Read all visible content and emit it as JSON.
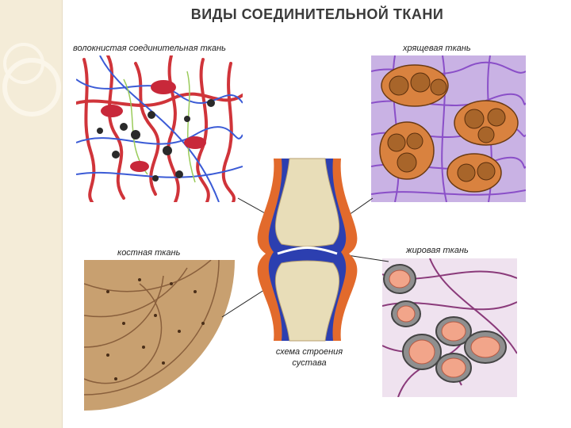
{
  "title": "ВИДЫ СОЕДИНИТЕЛЬНОЙ ТКАНИ",
  "labels": {
    "fibrous": "волокнистая соединительная ткань",
    "cartilage": "хрящевая ткань",
    "bone": "костная ткань",
    "fat": "жировая ткань",
    "joint_line1": "схема строения",
    "joint_line2": "сустава"
  },
  "colors": {
    "sidebar": "#f4ecd8",
    "fiber_red": "#d0343a",
    "fiber_blue": "#3b5bd6",
    "cartilage_purple": "#8a4fc8",
    "cartilage_cell": "#d9823f",
    "bone_tan": "#c8a070",
    "fat_cell": "#f2a58a",
    "joint_blue": "#2c3fb0",
    "joint_orange": "#e26a2c"
  }
}
